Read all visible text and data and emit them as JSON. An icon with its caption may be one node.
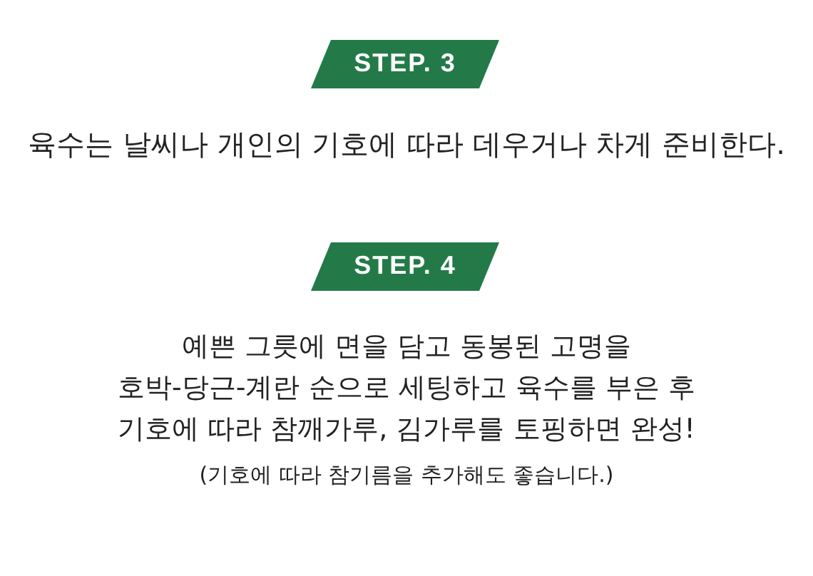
{
  "diagram": {
    "nodes": [
      {
        "text": [
          "STEP. 3"
        ]
      },
      {
        "text": [
          "STEP. 4"
        ]
      }
    ],
    "labels": [
      "육수는 날씨나 개인의 기호에 따라 데우거나 차게 준비한다.",
      "예쁜 그릇에 면을 담고 동봉된 고명을",
      "호박-당근-계란 순으로 세팅하고 육수를 부은 후",
      "기호에 따라 참깨가루, 김가루를 토핑하면 완성!",
      "(기호에 따라 참기름을 추가해도 좋습니다.)"
    ]
  }
}
